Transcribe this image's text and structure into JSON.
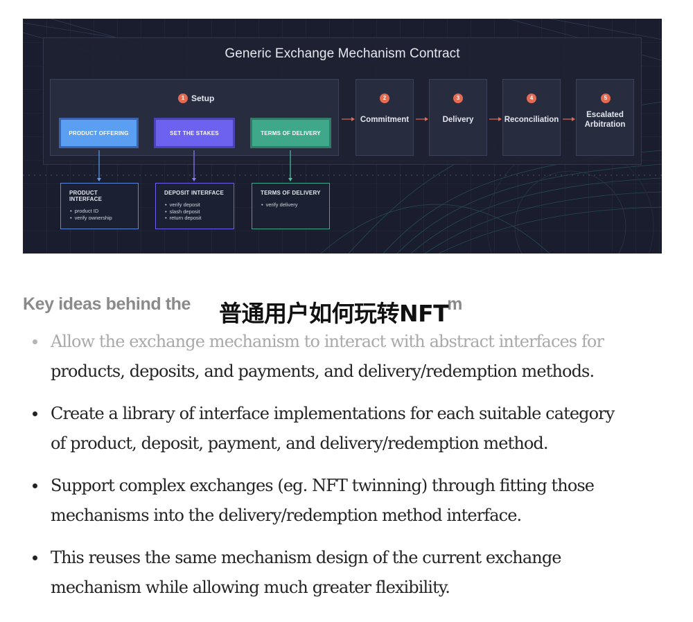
{
  "diagram": {
    "title": "Generic Exchange Mechanism Contract",
    "setup": {
      "number": "1",
      "label": "Setup"
    },
    "setup_items": [
      "PRODUCT OFFERING",
      "SET THE STAKES",
      "TERMS OF DELIVERY"
    ],
    "stages": [
      {
        "number": "2",
        "label": "Commitment"
      },
      {
        "number": "3",
        "label": "Delivery"
      },
      {
        "number": "4",
        "label": "Reconciliation"
      },
      {
        "number": "5",
        "label_line1": "Escalated",
        "label_line2": "Arbitration"
      }
    ],
    "interfaces": [
      {
        "title": "PRODUCT INTERFACE",
        "items": [
          "product ID",
          "verify ownership"
        ]
      },
      {
        "title": "DEPOSIT INTERFACE",
        "items": [
          "verify deposit",
          "slash deposit",
          "return deposit"
        ]
      },
      {
        "title": "TERMS OF DELIVERY",
        "items": [
          "verify delivery"
        ]
      }
    ],
    "colors": {
      "background": "#1a1d2e",
      "badge": "#e56a52",
      "blue": "#5b9ff2",
      "violet": "#6d62f0",
      "green": "#3fa88a"
    }
  },
  "article": {
    "heading": "Key ideas behind the generic exchange mechanism",
    "heading_visible_left": "Key ideas behind the",
    "heading_visible_right": "m",
    "overlay_banner": "普通用户如何玩转NFT",
    "bullets": [
      {
        "line1": "Allow the exchange mechanism to interact with abstract interfaces for",
        "line2": "products, deposits, and payments, and delivery/redemption methods."
      },
      {
        "line1": "Create a library of interface implementations for each suitable category",
        "line2": "of product, deposit, payment, and delivery/redemption method."
      },
      {
        "line1": "Support complex exchanges (eg. NFT twinning) through fitting those",
        "line2": "mechanisms into the delivery/redemption method interface."
      },
      {
        "line1": "This reuses the same mechanism design of the current exchange",
        "line2": "mechanism while allowing much greater flexibility."
      }
    ]
  }
}
